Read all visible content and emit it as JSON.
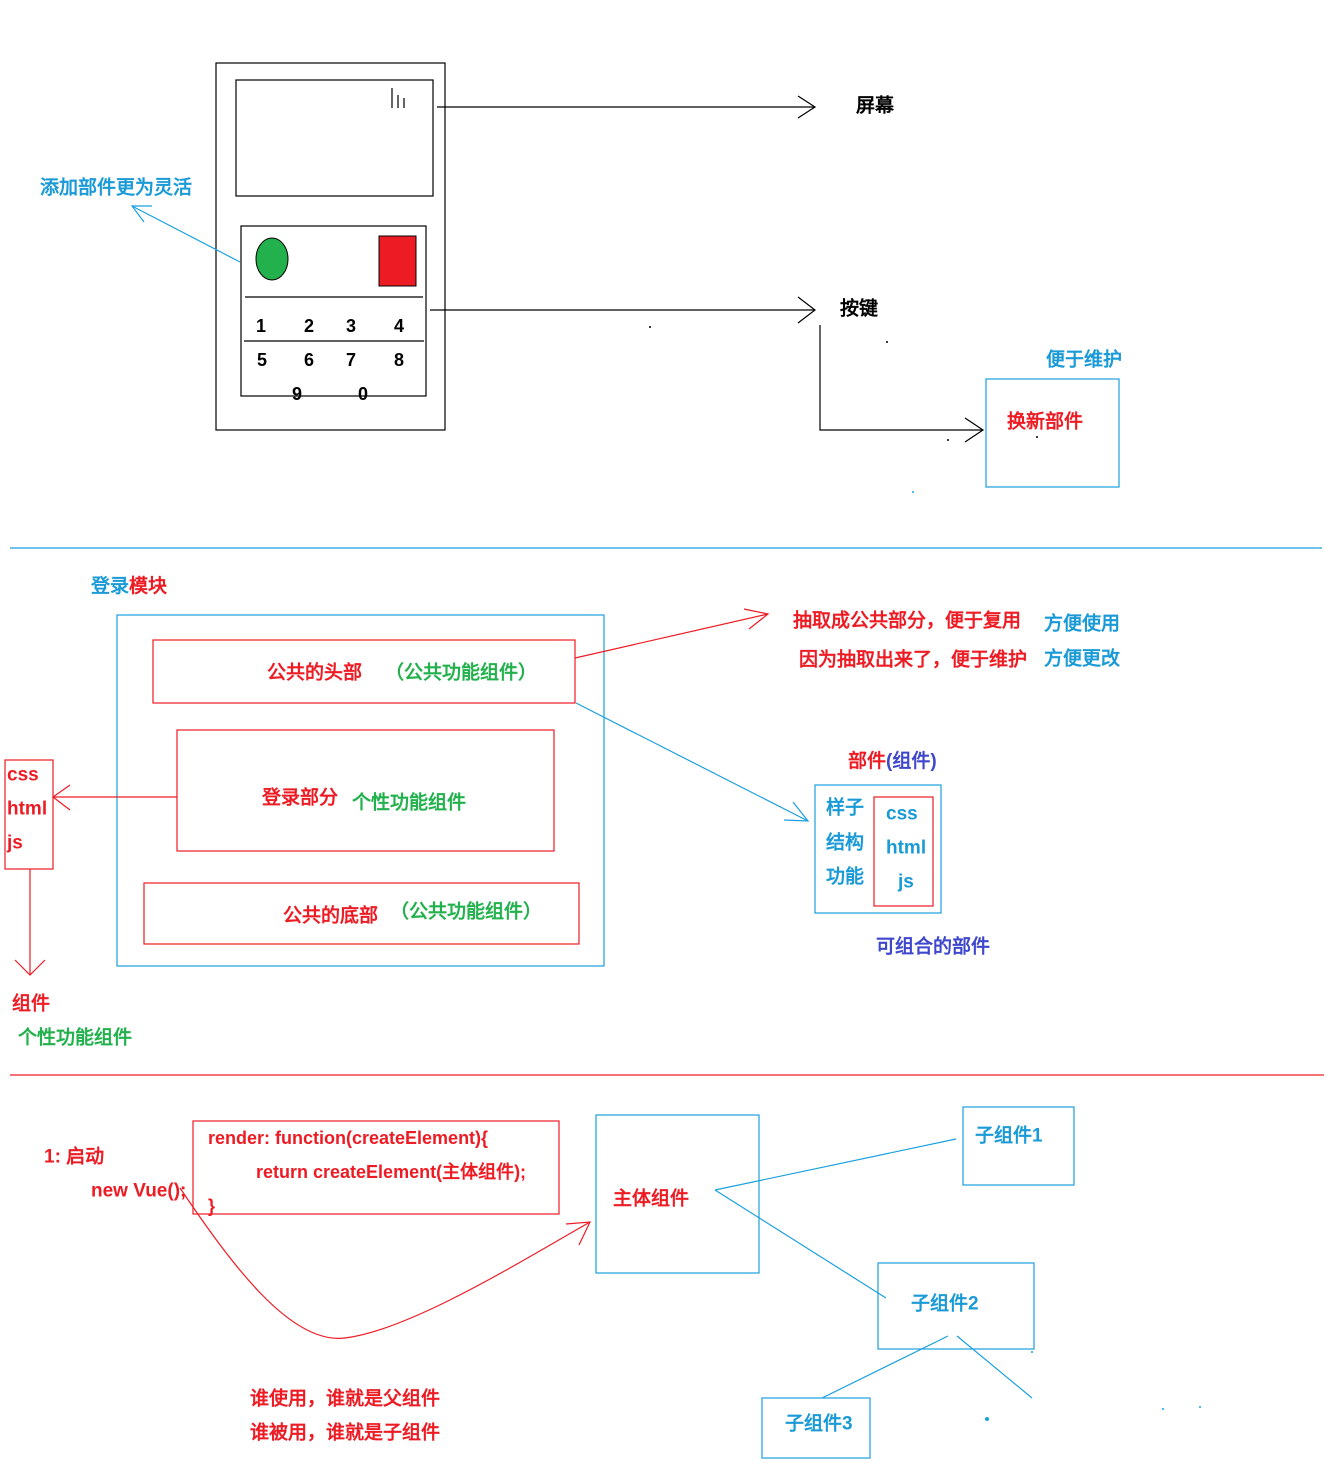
{
  "section_phone": {
    "screen_label": "屏幕",
    "keys_label": "按键",
    "flexible_note": "添加部件更为灵活",
    "maintain_note": "便于维护",
    "replace_part": "换新部件",
    "keypad": {
      "row1": [
        "1",
        "2",
        "3",
        "4"
      ],
      "row2": [
        "5",
        "6",
        "7",
        "8"
      ],
      "row3": [
        "9",
        "0"
      ]
    }
  },
  "section_login": {
    "module_title_a": "登录",
    "module_title_b": "模块",
    "header_label": "公共的头部",
    "header_tag": "（公共功能组件）",
    "login_label": "登录部分",
    "login_tag": "个性功能组件",
    "footer_label": "公共的底部",
    "footer_tag": "（公共功能组件）",
    "extract_reuse": "抽取成公共部分，便于复用",
    "easy_use": "方便使用",
    "extract_maintain": "因为抽取出来了，便于维护",
    "easy_change": "方便更改",
    "part_title_a": "部件",
    "part_title_b": "(组件)",
    "part_aspects": [
      "样子",
      "结构",
      "功能"
    ],
    "part_tech": [
      "css",
      "html",
      "js"
    ],
    "composable": "可组合的部件",
    "left_tech": [
      "css",
      "html",
      "js"
    ],
    "component_label": "组件",
    "component_tag": "个性功能组件"
  },
  "section_vue": {
    "step": "1: 启动",
    "new_vue": "new Vue();",
    "render_lines": [
      "render: function(createElement){",
      "return createElement(主体组件);",
      "}"
    ],
    "main_component": "主体组件",
    "child1": "子组件1",
    "child2": "子组件2",
    "child3": "子组件3",
    "parent_rule": "谁使用，谁就是父组件",
    "child_rule": "谁被用，谁就是子组件"
  },
  "colors": {
    "red": "#ed1c24",
    "blue": "#1a9ad6",
    "blue_line": "#1aa0e0",
    "green": "#22b14c",
    "purple": "#3f48cc",
    "black": "#000000"
  }
}
